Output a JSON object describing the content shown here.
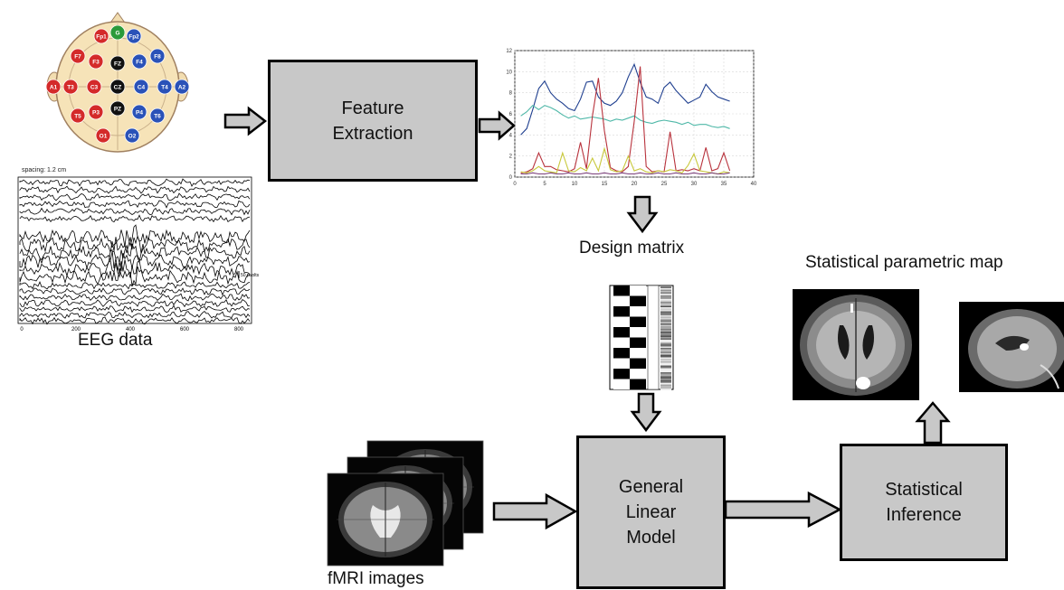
{
  "labels": {
    "eeg": "EEG data",
    "design_matrix": "Design matrix",
    "spm": "Statistical parametric map",
    "fmri": "fMRI images"
  },
  "boxes": {
    "feature_extraction": [
      "Feature",
      "Extraction"
    ],
    "glm": [
      "General",
      "Linear",
      "Model"
    ],
    "inference": [
      "Statistical",
      "Inference"
    ]
  },
  "electrodes": {
    "red": [
      "Fp1",
      "F7",
      "F3",
      "A1",
      "T3",
      "C3",
      "T5",
      "P3",
      "O1"
    ],
    "green": [
      "G"
    ],
    "black": [
      "FZ",
      "CZ",
      "PZ"
    ],
    "blue": [
      "Fp2",
      "F4",
      "F8",
      "C4",
      "T4",
      "A2",
      "P4",
      "T6",
      "O2"
    ]
  },
  "eeg_plot": {
    "header": "spacing: 1.2 cm",
    "x_ticks": [
      "0",
      "200",
      "400",
      "600",
      "800"
    ],
    "scale_label": "50 μvolts"
  },
  "feature_chart": {
    "y_ticks": [
      "0",
      "2",
      "4",
      "6",
      "8",
      "10",
      "12"
    ],
    "x_ticks": [
      "0",
      "5",
      "10",
      "15",
      "20",
      "25",
      "30",
      "35",
      "40"
    ]
  },
  "chart_data": {
    "type": "line",
    "xlim": [
      0,
      40
    ],
    "ylim": [
      0,
      12
    ],
    "grid": true,
    "x": [
      1,
      2,
      3,
      4,
      5,
      6,
      7,
      8,
      9,
      10,
      11,
      12,
      13,
      14,
      15,
      16,
      17,
      18,
      19,
      20,
      21,
      22,
      23,
      24,
      25,
      26,
      27,
      28,
      29,
      30,
      31,
      32,
      33,
      34,
      35,
      36
    ],
    "series": [
      {
        "color": "#1f3f8f",
        "values": [
          4,
          4.6,
          6.4,
          8.4,
          9.1,
          8.0,
          7.4,
          7.0,
          6.5,
          6.3,
          7.4,
          9.0,
          9.1,
          7.6,
          7.0,
          6.8,
          7.2,
          8.0,
          9.5,
          10.7,
          9.0,
          7.6,
          7.4,
          7.0,
          8.5,
          9.0,
          8.2,
          7.6,
          7.0,
          7.3,
          7.6,
          8.8,
          8.1,
          7.6,
          7.4,
          7.2
        ]
      },
      {
        "color": "#4fb8a8",
        "values": [
          5.8,
          6.2,
          6.8,
          6.4,
          6.8,
          6.6,
          6.3,
          5.9,
          5.6,
          5.8,
          5.5,
          5.6,
          5.7,
          5.6,
          5.5,
          5.3,
          5.5,
          5.4,
          5.6,
          5.8,
          5.4,
          5.2,
          5.1,
          5.3,
          5.4,
          5.3,
          5.2,
          5.0,
          5.2,
          4.9,
          5.0,
          5.0,
          4.8,
          4.7,
          4.8,
          4.6
        ]
      },
      {
        "color": "#b8323c",
        "values": [
          0.4,
          0.5,
          0.8,
          2.3,
          1.0,
          1.0,
          0.7,
          0.6,
          0.5,
          0.8,
          3.3,
          0.8,
          5.8,
          9.4,
          4.4,
          0.9,
          0.6,
          0.5,
          1.0,
          5.3,
          10.5,
          1.0,
          0.5,
          0.6,
          0.5,
          4.3,
          0.6,
          0.7,
          0.6,
          0.8,
          0.6,
          2.8,
          0.6,
          0.8,
          2.3,
          0.6
        ]
      },
      {
        "color": "#c8c83c",
        "values": [
          0.5,
          0.4,
          0.6,
          1.0,
          0.6,
          0.5,
          0.4,
          2.3,
          0.6,
          0.5,
          0.9,
          0.6,
          1.8,
          0.6,
          2.7,
          0.7,
          0.5,
          0.6,
          2.0,
          0.6,
          0.8,
          0.5,
          0.4,
          0.6,
          0.5,
          0.7,
          0.6,
          0.4,
          1.1,
          2.2,
          0.6,
          0.5,
          0.4,
          0.3,
          0.5,
          0.4
        ]
      },
      {
        "color": "#7a3f7a",
        "values": [
          0.3,
          0.3,
          0.4,
          0.3,
          0.3,
          0.4,
          0.3,
          0.3,
          0.4,
          0.3,
          0.3,
          0.4,
          0.3,
          0.3,
          0.4,
          0.3,
          0.3,
          0.4,
          0.3,
          0.3,
          0.4,
          0.3,
          0.3,
          0.4,
          0.3,
          0.3,
          0.4,
          0.3,
          0.3,
          0.4,
          0.3,
          0.3,
          0.4,
          0.3,
          0.3,
          0.4
        ]
      }
    ]
  }
}
